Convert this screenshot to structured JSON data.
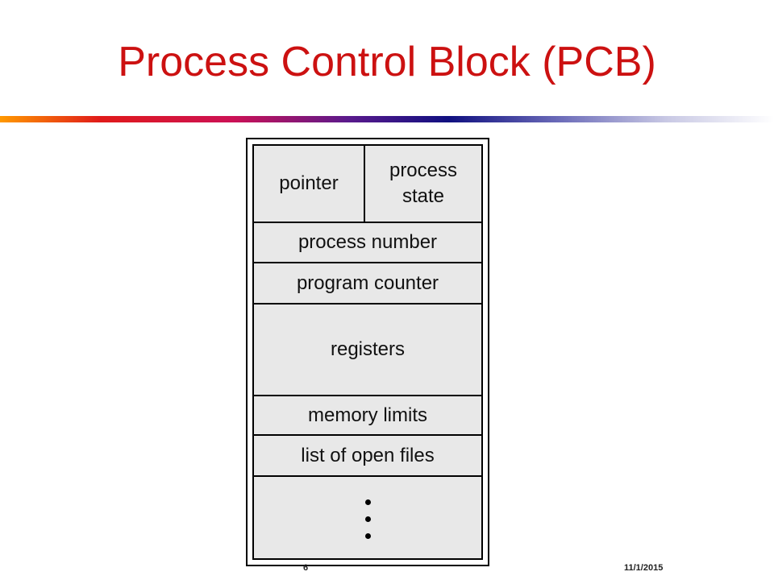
{
  "title": "Process Control Block (PCB)",
  "pcb": {
    "pointer": "pointer",
    "process_state": "process\nstate",
    "process_number": "process number",
    "program_counter": "program counter",
    "registers": "registers",
    "memory_limits": "memory limits",
    "open_files": "list of open files"
  },
  "footer": {
    "slide_number": "6",
    "date": "11/1/2015"
  }
}
